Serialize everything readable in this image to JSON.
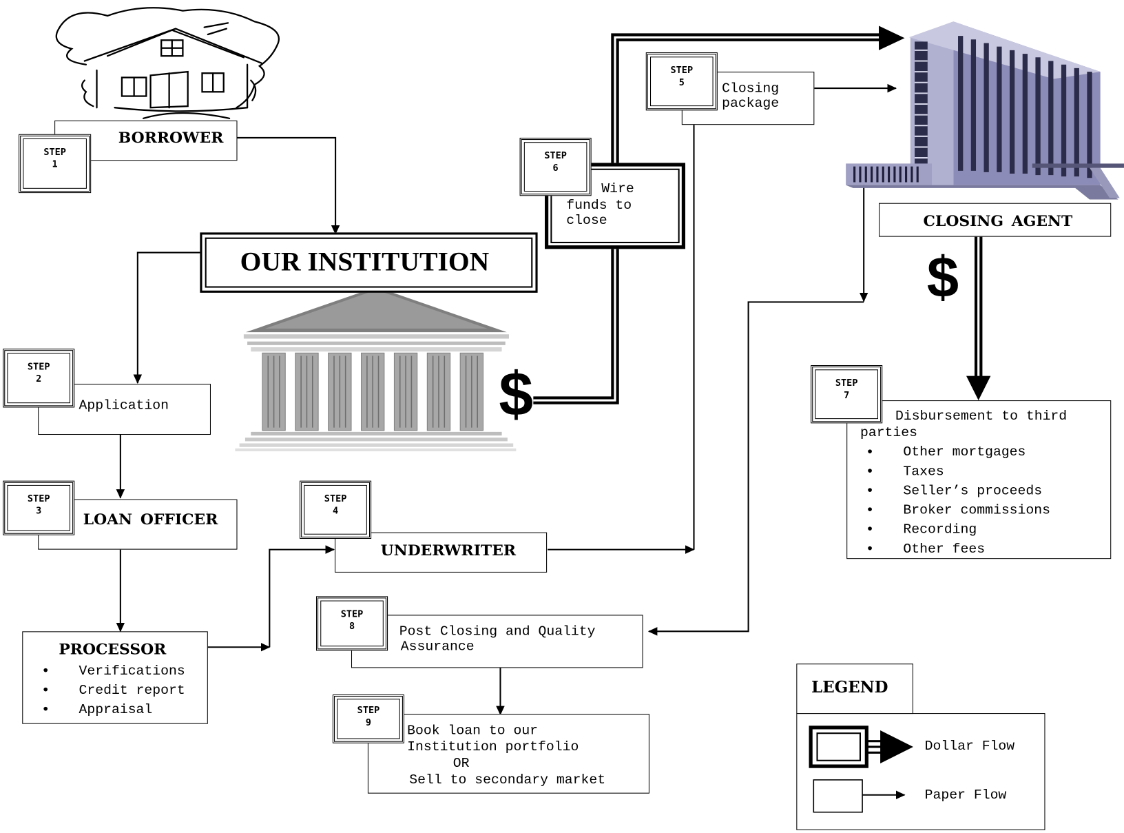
{
  "borrower": {
    "title": "BORROWER"
  },
  "institution": {
    "title": "OUR INSTITUTION",
    "dollar": "$"
  },
  "steps": [
    {
      "id": "step-1",
      "line1": "STEP",
      "line2": "1"
    },
    {
      "id": "step-2",
      "line1": "STEP",
      "line2": "2"
    },
    {
      "id": "step-3",
      "line1": "STEP",
      "line2": "3"
    },
    {
      "id": "step-4",
      "line1": "STEP",
      "line2": "4"
    },
    {
      "id": "step-5",
      "line1": "STEP",
      "line2": "5"
    },
    {
      "id": "step-6",
      "line1": "STEP",
      "line2": "6"
    },
    {
      "id": "step-7",
      "line1": "STEP",
      "line2": "7"
    },
    {
      "id": "step-8",
      "line1": "STEP",
      "line2": "8"
    },
    {
      "id": "step-9",
      "line1": "STEP",
      "line2": "9"
    }
  ],
  "application": {
    "label": "Application"
  },
  "loan_officer": {
    "title": "LOAN OFFICER"
  },
  "processor": {
    "title": "PROCESSOR",
    "items": [
      "Verifications",
      "Credit report",
      "Appraisal"
    ]
  },
  "underwriter": {
    "title": "UNDERWRITER"
  },
  "closing_package": {
    "line1": "Closing",
    "line2": "package"
  },
  "wire_funds": {
    "line1": "Wire",
    "line2": "funds to",
    "line3": "close"
  },
  "closing_agent": {
    "title": "CLOSING AGENT",
    "dollar": "$"
  },
  "disbursement": {
    "line1": "Disbursement to third",
    "line2": "parties",
    "items": [
      "Other mortgages",
      "Taxes",
      "Seller’s proceeds",
      "Broker commissions",
      "Recording",
      "Other fees"
    ]
  },
  "post_closing": {
    "line1": "Post Closing and Quality",
    "line2": "Assurance"
  },
  "book_loan": {
    "line1": "Book loan to our",
    "line2": "Institution portfolio",
    "line3": "OR",
    "line4": "Sell to secondary market"
  },
  "legend": {
    "title": "LEGEND",
    "dollar_flow": "Dollar Flow",
    "paper_flow": "Paper Flow"
  }
}
